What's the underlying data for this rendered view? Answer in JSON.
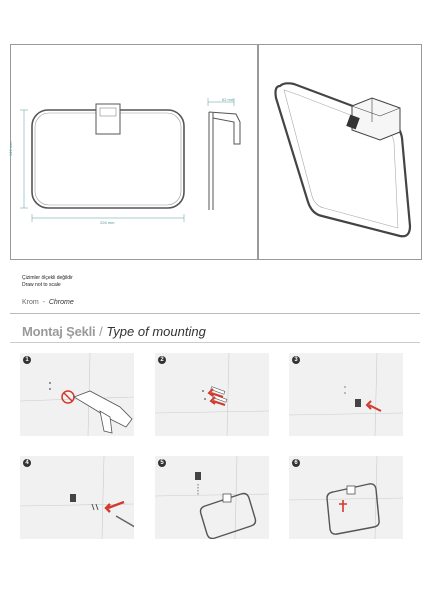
{
  "drawing": {
    "width_label": "226 mm",
    "height_label": "146 mm",
    "depth_label": "62 mm"
  },
  "notes": {
    "tr": "Çizimler ölçekli değildir",
    "en": "Draw not to scale"
  },
  "finish": {
    "tr": "Krom",
    "sep": "-",
    "en": "Chrome"
  },
  "mounting": {
    "title_tr": "Montaj Şekli",
    "sep": "/",
    "title_en": "Type of mounting"
  },
  "steps": [
    "1",
    "2",
    "3",
    "4",
    "5",
    "6"
  ],
  "colors": {
    "accent": "#d23a2e",
    "dimension": "#5a9aa0",
    "tile": "#f1f1f1"
  }
}
